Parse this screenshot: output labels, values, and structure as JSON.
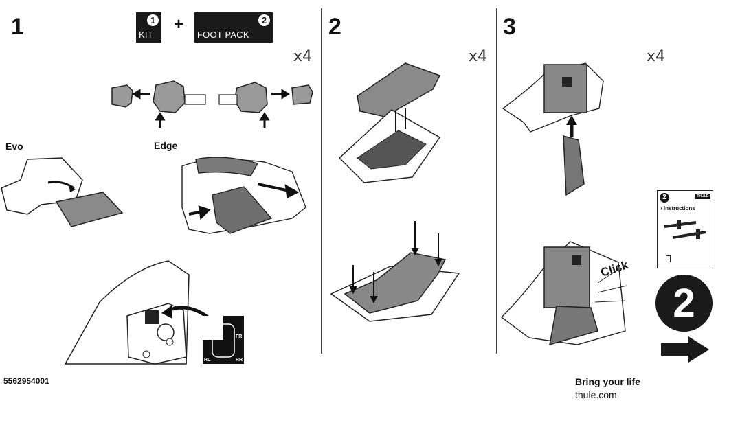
{
  "steps": {
    "step1": {
      "number": "1",
      "count": "x4",
      "label_evo": "Evo",
      "label_edge": "Edge"
    },
    "step2": {
      "number": "2",
      "count": "x4"
    },
    "step3": {
      "number": "3",
      "count": "x4",
      "click_text": "Click"
    }
  },
  "components": {
    "kit": {
      "number": "1",
      "label": "KIT"
    },
    "plus": "+",
    "foot_pack": {
      "number": "2",
      "label": "FOOT PACK"
    }
  },
  "position_labels": {
    "fr": "FR",
    "rl": "RL",
    "rr": "RR"
  },
  "sidebar": {
    "booklet_number": "2",
    "booklet_brand": "THULE",
    "booklet_title": "› Instructions",
    "next_number": "2"
  },
  "footer": {
    "part_number": "5562954001",
    "slogan": "Bring your life",
    "website": "thule.com"
  }
}
